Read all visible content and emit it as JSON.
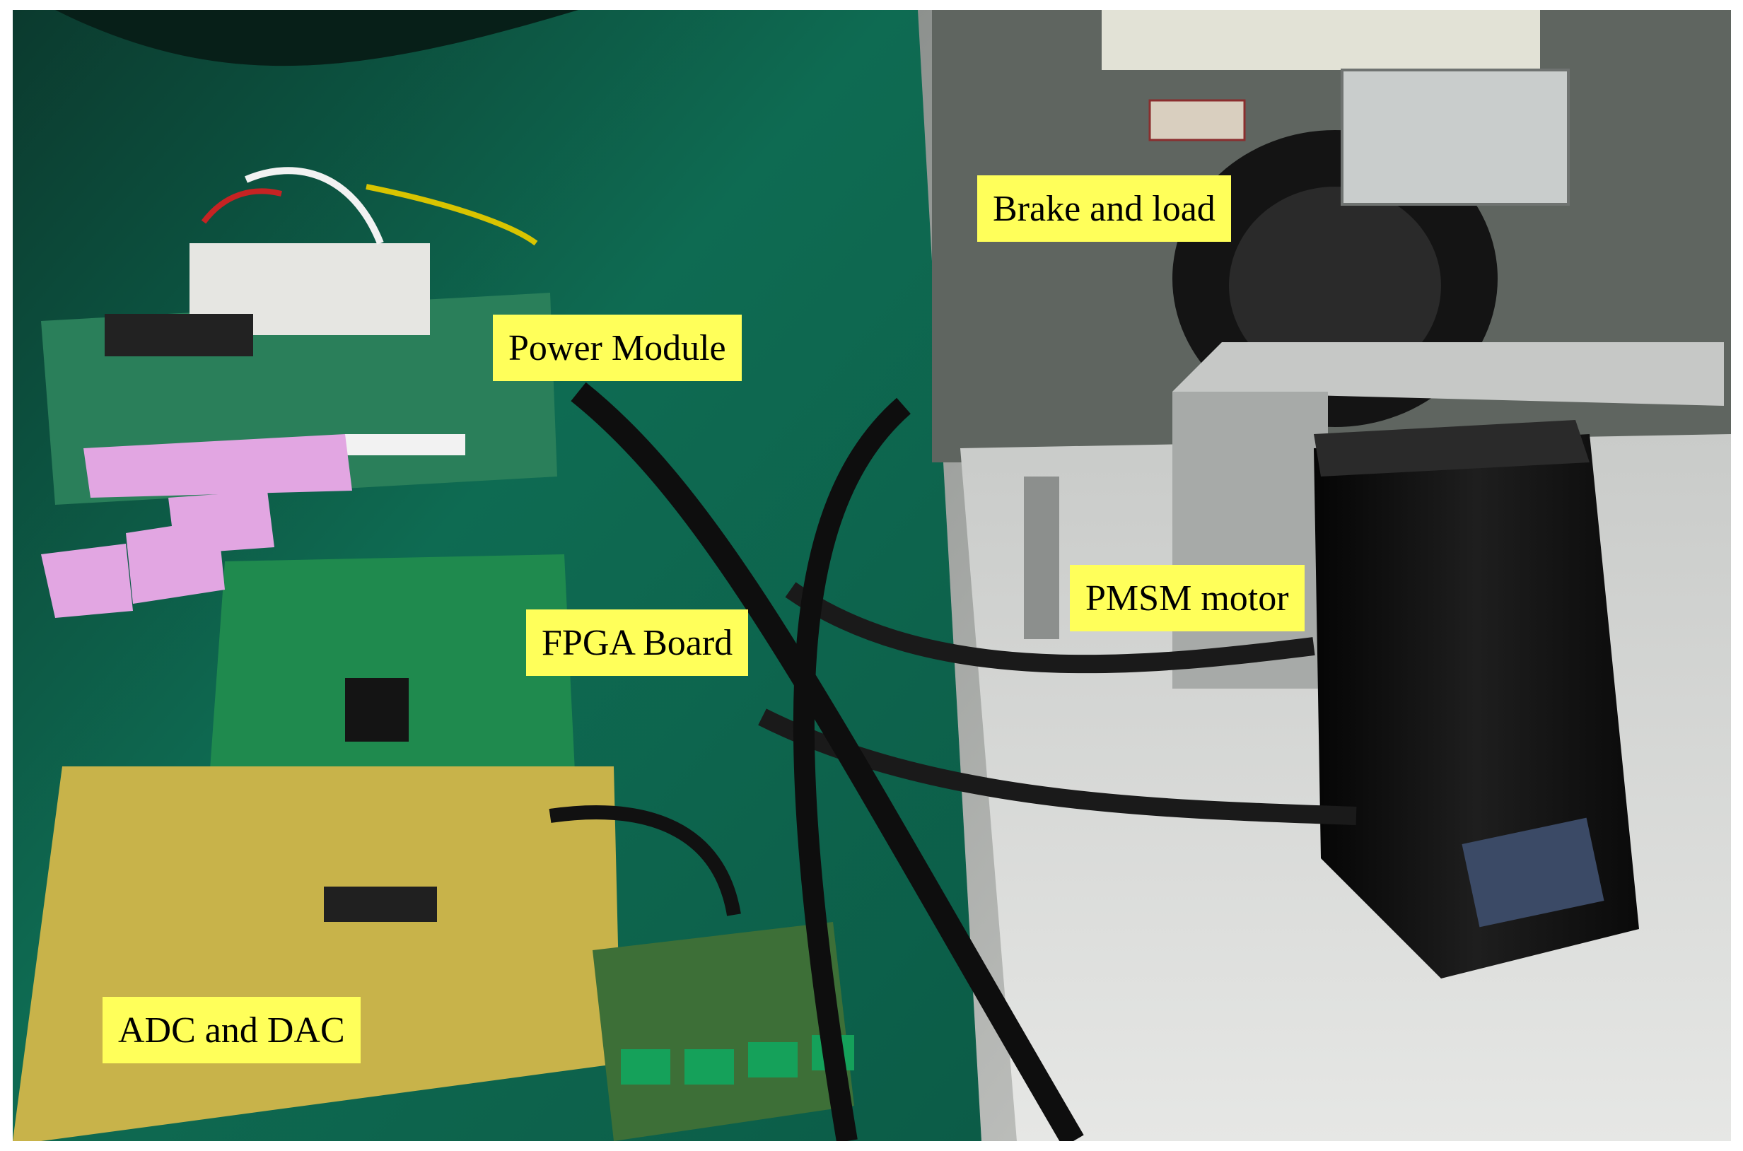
{
  "labels": {
    "brake_load": "Brake and load",
    "power_module": "Power Module",
    "fpga_board": "FPGA Board",
    "pmsm_motor": "PMSM motor",
    "adc_dac": "ADC and DAC"
  },
  "colors": {
    "callout_background": "#ffff5a",
    "enclosure_green": "#0f7a5e",
    "chassis_metal": "#b8b8b4",
    "motor_black": "#141414"
  }
}
